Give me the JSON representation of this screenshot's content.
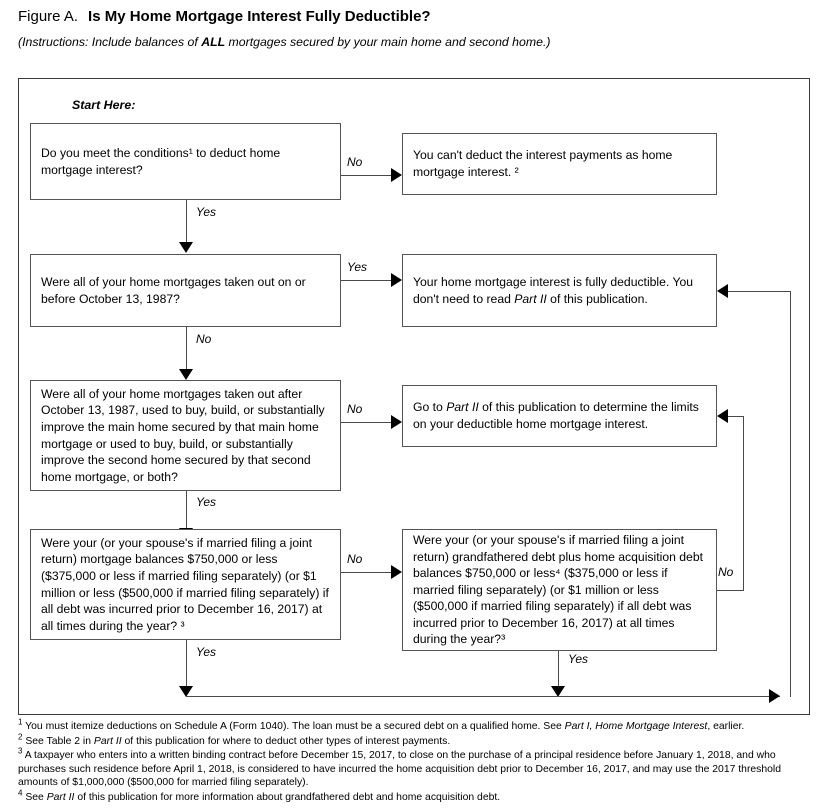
{
  "header": {
    "figure_label": "Figure A.",
    "title": "Is My Home Mortgage Interest Fully Deductible?",
    "instructions_pre": "(Instructions: Include balances of ",
    "instructions_bold": "ALL",
    "instructions_post": " mortgages secured by your main home and second home.)"
  },
  "flow": {
    "start_label": "Start Here:",
    "boxes": {
      "q1": "Do you meet the conditions¹ to deduct home mortgage interest?",
      "a1_no": "You can't deduct the interest payments as home mortgage interest. ²",
      "q2": "Were all of your home mortgages taken out on or before October 13, 1987?",
      "a2_yes_pre": "Your home mortgage interest is fully deductible. You don't need to read ",
      "a2_yes_em": "Part II",
      "a2_yes_post": " of this publication.",
      "q3": "Were all of your home mortgages taken out after October 13, 1987, used to buy, build, or substantially improve the main home secured by that main home mortgage or used to buy, build, or substantially improve the second home secured by that second home mortgage, or both?",
      "a3_no_pre": "Go to ",
      "a3_no_em": "Part II",
      "a3_no_post": " of this publication to determine the limits on your deductible home mortgage interest.",
      "q4": "Were your (or your spouse's if married filing a joint return) mortgage balances $750,000 or less ($375,000 or less if married filing separately) (or $1 million or less ($500,000 if married filing separately) if all debt was incurred prior to December 16, 2017) at all times during the year? ³",
      "q5": "Were your (or your spouse's if married filing a joint return) grandfathered debt plus home acquisition debt balances $750,000 or less⁴ ($375,000 or less if married filing separately) (or $1 million or less ($500,000 if married filing separately) if all debt was incurred prior to December 16, 2017) at all times during the year?³"
    },
    "edges": {
      "q1_no": "No",
      "q1_yes": "Yes",
      "q2_yes": "Yes",
      "q2_no": "No",
      "q3_no": "No",
      "q3_yes": "Yes",
      "q4_no": "No",
      "q4_yes": "Yes",
      "q5_no": "No",
      "q5_yes": "Yes"
    }
  },
  "footnotes": [
    {
      "marker": "1",
      "parts": [
        {
          "t": "You must itemize deductions on Schedule A (Form 1040). The loan must be a secured debt on a qualified home. See ",
          "em": false
        },
        {
          "t": "Part I, Home Mortgage Interest",
          "em": true
        },
        {
          "t": ", earlier.",
          "em": false
        }
      ]
    },
    {
      "marker": "2",
      "parts": [
        {
          "t": "See Table 2 in ",
          "em": false
        },
        {
          "t": "Part II",
          "em": true
        },
        {
          "t": " of this publication for where to deduct other types of interest payments.",
          "em": false
        }
      ]
    },
    {
      "marker": "3",
      "parts": [
        {
          "t": "A taxpayer who enters into a written binding contract before December 15, 2017, to close on the purchase of a principal residence before January 1, 2018, and who purchases such residence before April 1, 2018, is considered to have incurred the home acquisition debt prior to December 16, 2017, and may use the 2017 threshold amounts of $1,000,000 ($500,000 for married filing separately).",
          "em": false
        }
      ]
    },
    {
      "marker": "4",
      "parts": [
        {
          "t": "See ",
          "em": false
        },
        {
          "t": "Part II",
          "em": true
        },
        {
          "t": " of this publication for more information about grandfathered debt and home acquisition debt.",
          "em": false
        }
      ]
    }
  ],
  "colors": {
    "frame_border": "#3a3a3a",
    "box_border": "#555555",
    "line": "#4a4a4a",
    "arrow": "#000000",
    "text": "#000000",
    "background": "#ffffff"
  }
}
